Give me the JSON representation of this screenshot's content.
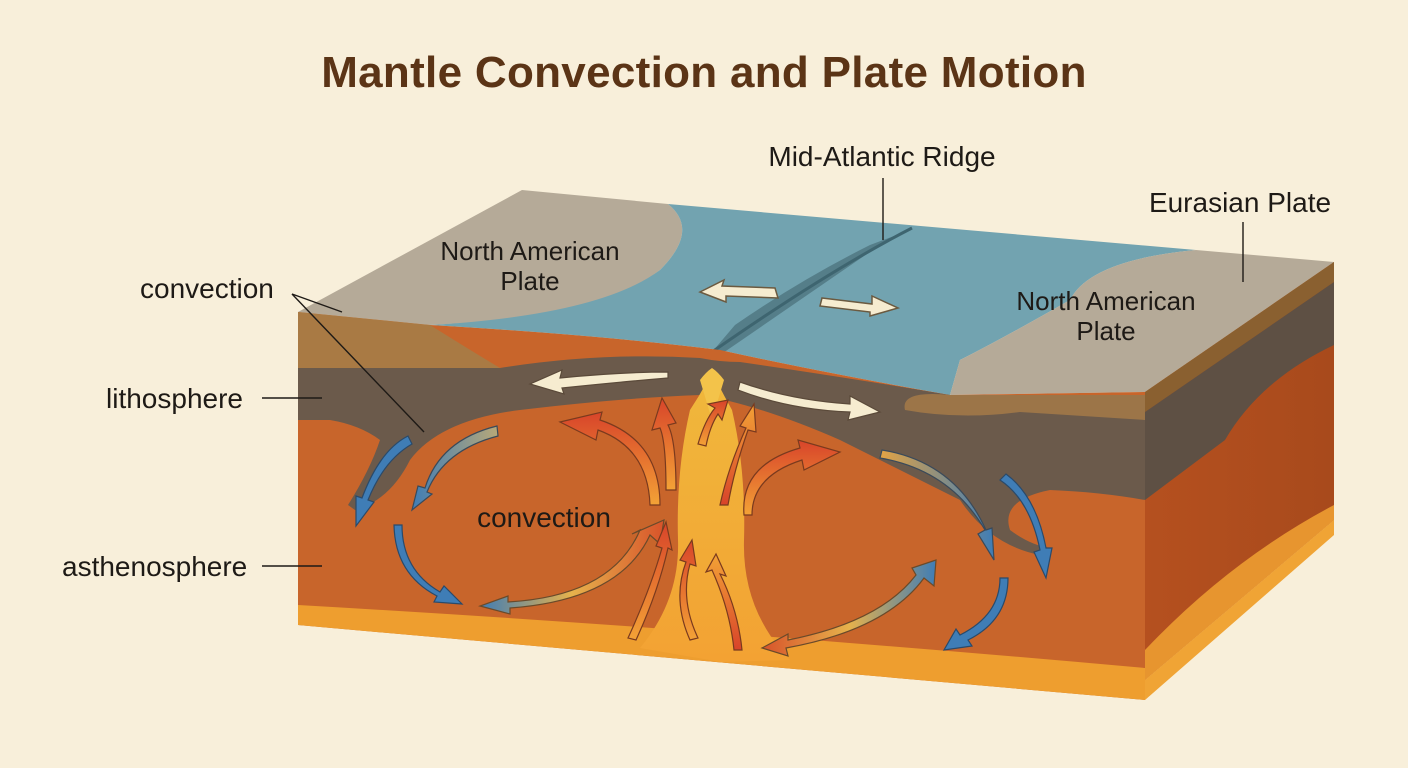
{
  "title": "Mantle Convection and Plate Motion",
  "labels": {
    "ridge": "Mid-Atlantic Ridge",
    "eurasian_plate": "Eurasian Plate",
    "plate_left_line1": "North American",
    "plate_left_line2": "Plate",
    "plate_right_line1": "North American",
    "plate_right_line2": "Plate",
    "convection_top": "convection",
    "convection_center": "convection",
    "lithosphere": "lithosphere",
    "asthenosphere": "asthenosphere"
  },
  "colors": {
    "background": "#f8efda",
    "title": "#5b3416",
    "land": "#b5aa98",
    "ocean": "#6fa2af",
    "lithosphere": "#6b5a4b",
    "mantle": "#c9652a",
    "plume": "#f0a52f",
    "hot_arrow": "#d8532a",
    "cold_arrow": "#3f7db6",
    "plate_motion_arrow": "#f6ecd0"
  }
}
